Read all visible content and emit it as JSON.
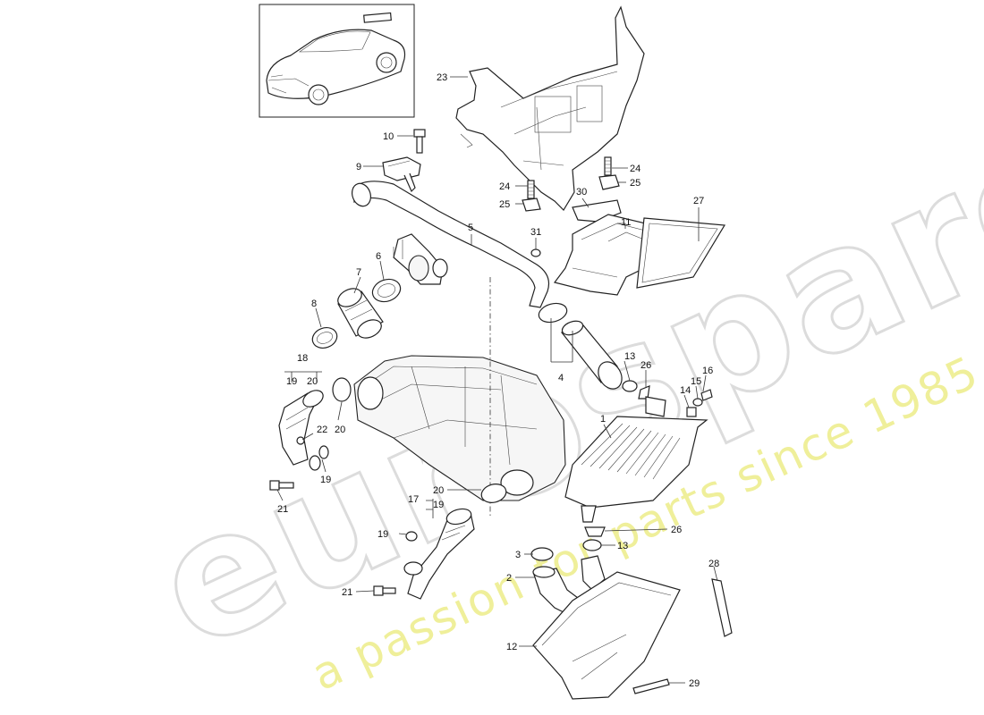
{
  "watermark": {
    "brand": "eurospares",
    "tagline": "a passion for parts since 1985",
    "brand_color": "#d9d9d9",
    "tagline_color": "#eeee88"
  },
  "callouts": {
    "c1": "1",
    "c2": "2",
    "c3": "3",
    "c4": "4",
    "c5": "5",
    "c6": "6",
    "c7": "7",
    "c8": "8",
    "c9": "9",
    "c10": "10",
    "c11": "11",
    "c12": "12",
    "c13a": "13",
    "c13b": "13",
    "c14": "14",
    "c15": "15",
    "c16": "16",
    "c17": "17",
    "c18": "18",
    "c19a": "19",
    "c19b": "19",
    "c19c": "19",
    "c19d": "19",
    "c20a": "20",
    "c20b": "20",
    "c20c": "20",
    "c21a": "21",
    "c21b": "21",
    "c22": "22",
    "c23": "23",
    "c24a": "24",
    "c24b": "24",
    "c25a": "25",
    "c25b": "25",
    "c26a": "26",
    "c26b": "26",
    "c27": "27",
    "c28": "28",
    "c29": "29",
    "c30": "30",
    "c31": "31"
  }
}
